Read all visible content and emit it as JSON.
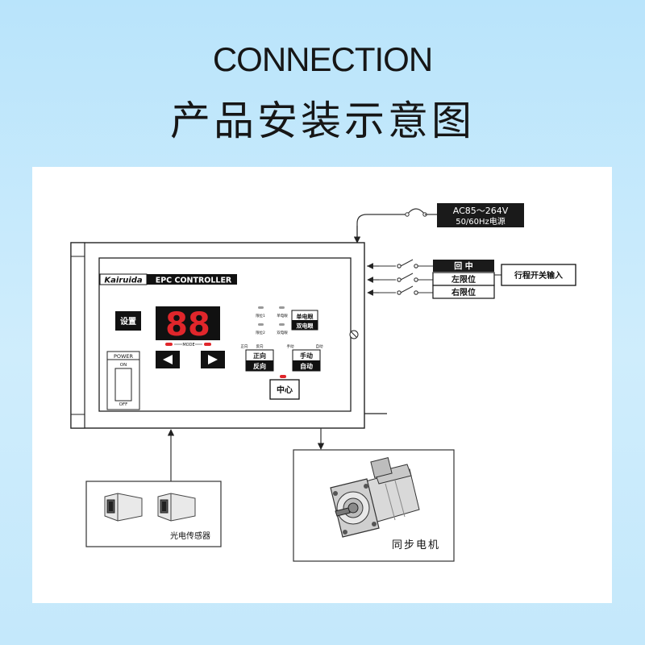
{
  "header": {
    "title_en": "CONNECTION",
    "title_zh": "产品安装示意图"
  },
  "power_supply": {
    "line1": "AC85～264V",
    "line2": "50/60Hz电源"
  },
  "inputs": {
    "center": "回 中",
    "left_limit": "左限位",
    "right_limit": "右限位",
    "travel_switch_label": "行程开关输入"
  },
  "controller": {
    "brand": "Kairuida",
    "model": "EPC CONTROLLER",
    "display": "88",
    "set_button": "设置",
    "mode_label": "MODE",
    "power_label": "POWER",
    "power_on": "ON",
    "power_off": "OFF",
    "led_limit1": "限位1",
    "led_single_eye": "单电眼",
    "led_limit2": "限位2",
    "led_dual_eye": "双电眼",
    "btn_single_eye": "单电眼",
    "btn_dual_eye": "双电眼",
    "led_forward": "正向",
    "led_reverse": "反向",
    "btn_forward": "正向",
    "btn_reverse": "反向",
    "led_manual": "手动",
    "led_auto": "自动",
    "btn_manual": "手动",
    "btn_auto": "自动",
    "btn_center": "中心"
  },
  "sensor": {
    "label": "光电传感器"
  },
  "motor": {
    "label": "同步电机"
  },
  "colors": {
    "background": "#c4e8fb",
    "led_red": "#e0262b",
    "dark": "#1a1a1a"
  }
}
